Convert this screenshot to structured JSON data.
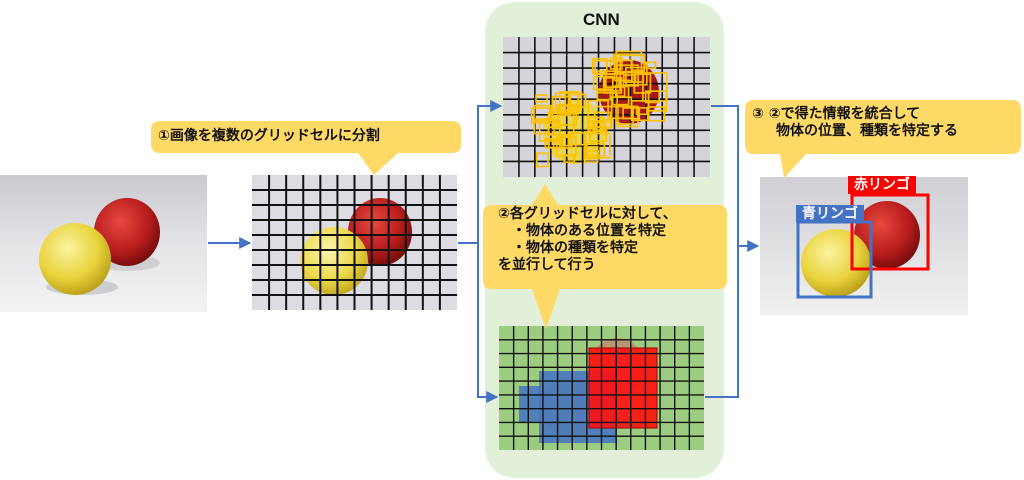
{
  "panel": {
    "title": "CNN"
  },
  "step1": {
    "text": "①画像を複数のグリッドセルに分割"
  },
  "step2": {
    "lines": [
      "②各グリッドセルに対して、",
      "・物体のある位置を特定",
      "・物体の種類を特定",
      "を並行して行う"
    ]
  },
  "step3": {
    "lines": [
      "③ ②で得た情報を統合して",
      "物体の位置、種類を特定する"
    ]
  },
  "labels": {
    "yellow_apple": "青リンゴ",
    "red_apple": "赤リンゴ"
  },
  "colors": {
    "callout": "#FFD966",
    "panel": "#E2F0D9",
    "arrow": "#4472C4",
    "grid_green": "#70AD47",
    "class_red": "#FF0000",
    "class_blue": "#4472C4",
    "yellow_box": "#FFC000"
  }
}
